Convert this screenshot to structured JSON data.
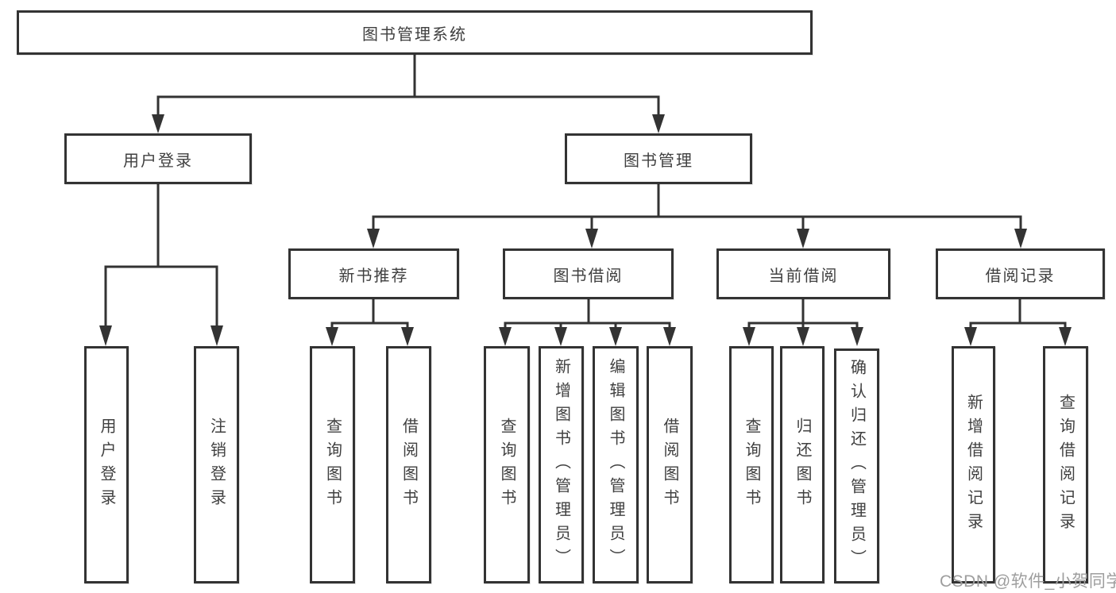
{
  "colors": {
    "line": "#333333",
    "text": "#404040",
    "background": "#ffffff",
    "watermark": "#9e9e9e"
  },
  "diagram": {
    "title": "图书管理系统",
    "root": {
      "label": "图书管理系统"
    },
    "level2": [
      {
        "id": "user-login",
        "label": "用户登录"
      },
      {
        "id": "book-management",
        "label": "图书管理"
      }
    ],
    "level3": [
      {
        "id": "new-book-recommend",
        "parent": "图书管理",
        "label": "新书推荐"
      },
      {
        "id": "book-borrowing",
        "parent": "图书管理",
        "label": "图书借阅"
      },
      {
        "id": "current-borrowing",
        "parent": "图书管理",
        "label": "当前借阅"
      },
      {
        "id": "borrowing-records",
        "parent": "图书管理",
        "label": "借阅记录"
      }
    ],
    "leaves": [
      {
        "parent": "用户登录",
        "label": "用户登录"
      },
      {
        "parent": "用户登录",
        "label": "注销登录"
      },
      {
        "parent": "新书推荐",
        "label": "查询图书"
      },
      {
        "parent": "新书推荐",
        "label": "借阅图书"
      },
      {
        "parent": "图书借阅",
        "label": "查询图书"
      },
      {
        "parent": "图书借阅",
        "label": "新增图书（管理员）"
      },
      {
        "parent": "图书借阅",
        "label": "编辑图书（管理员）"
      },
      {
        "parent": "图书借阅",
        "label": "借阅图书"
      },
      {
        "parent": "当前借阅",
        "label": "查询图书"
      },
      {
        "parent": "当前借阅",
        "label": "归还图书"
      },
      {
        "parent": "当前借阅",
        "label": "确认归还（管理员）"
      },
      {
        "parent": "借阅记录",
        "label": "新增借阅记录"
      },
      {
        "parent": "借阅记录",
        "label": "查询借阅记录"
      }
    ]
  },
  "watermark": {
    "text": "CSDN @软件_小贺同学"
  }
}
